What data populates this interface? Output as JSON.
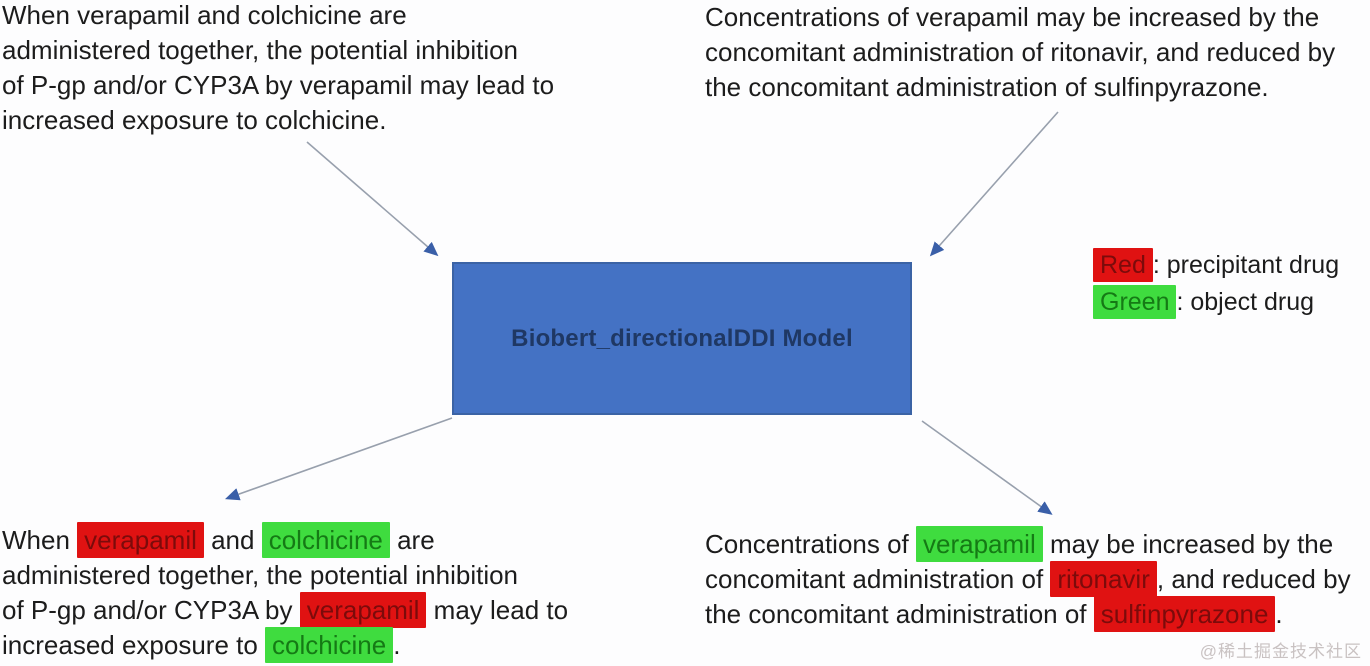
{
  "diagram": {
    "model_box": {
      "label": "Biobert_directionalDDI Model"
    },
    "top_left_input": {
      "segments": [
        {
          "t": "When verapamil and colchicine are\nadministered together, the potential inhibition\nof P-gp and/or CYP3A by verapamil may lead to\nincreased exposure to colchicine."
        }
      ]
    },
    "top_right_input": {
      "segments": [
        {
          "t": "Concentrations of verapamil may be increased by the\nconcomitant administration of ritonavir, and reduced by\nthe concomitant administration of sulfinpyrazone."
        }
      ]
    },
    "bottom_left_output": {
      "segments": [
        {
          "t": "When "
        },
        {
          "t": "verapamil",
          "hl": "red"
        },
        {
          "t": " and "
        },
        {
          "t": "colchicine",
          "hl": "green"
        },
        {
          "t": " are\nadministered together, the potential inhibition\nof P-gp and/or CYP3A by "
        },
        {
          "t": "verapamil",
          "hl": "red"
        },
        {
          "t": " may lead to\nincreased exposure to "
        },
        {
          "t": "colchicine",
          "hl": "green"
        },
        {
          "t": "."
        }
      ]
    },
    "bottom_right_output": {
      "segments": [
        {
          "t": "Concentrations of "
        },
        {
          "t": "verapamil",
          "hl": "green"
        },
        {
          "t": " may be increased by the\nconcomitant administration of "
        },
        {
          "t": "ritonavir",
          "hl": "red"
        },
        {
          "t": ", and reduced by\nthe concomitant administration of "
        },
        {
          "t": "sulfinpyrazone",
          "hl": "red"
        },
        {
          "t": "."
        }
      ]
    },
    "legend": {
      "red_row": {
        "segments": [
          {
            "t": "Red",
            "hl": "red"
          },
          {
            "t": ": precipitant drug"
          }
        ]
      },
      "green_row": {
        "segments": [
          {
            "t": "Green",
            "hl": "green"
          },
          {
            "t": ": object drug"
          }
        ]
      }
    },
    "colors": {
      "red_highlight": "#e01212",
      "green_highlight": "#3fdc3f",
      "box_fill": "#4472c4",
      "box_border": "#3b63a5",
      "box_text": "#1f3864",
      "arrow_line": "#98a0ad",
      "arrow_head": "#3a5fa8"
    },
    "watermark": "@稀土掘金技术社区"
  }
}
